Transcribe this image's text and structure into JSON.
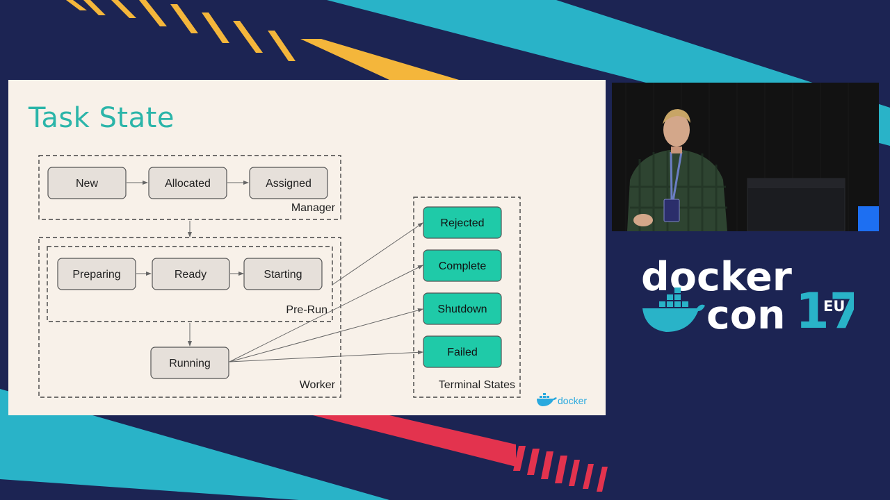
{
  "slide": {
    "title": "Task State",
    "footer_brand": "docker"
  },
  "diagram": {
    "groups": {
      "manager": "Manager",
      "worker": "Worker",
      "pre_run": "Pre-Run",
      "terminal": "Terminal States"
    },
    "states": {
      "new": "New",
      "allocated": "Allocated",
      "assigned": "Assigned",
      "preparing": "Preparing",
      "ready": "Ready",
      "starting": "Starting",
      "running": "Running",
      "rejected": "Rejected",
      "complete": "Complete",
      "shutdown": "Shutdown",
      "failed": "Failed"
    },
    "colors": {
      "state_fill": "#e6e0da",
      "terminal_fill": "#1fcaa8",
      "title_color": "#2bb5a9"
    }
  },
  "event_logo": {
    "line1": "docker",
    "line2": "con",
    "year": "17",
    "region": "EU"
  },
  "colors": {
    "background": "#1c2453",
    "stripe_teal": "#29b3c8",
    "stripe_yellow": "#f4b63b",
    "stripe_red": "#e3334e"
  }
}
